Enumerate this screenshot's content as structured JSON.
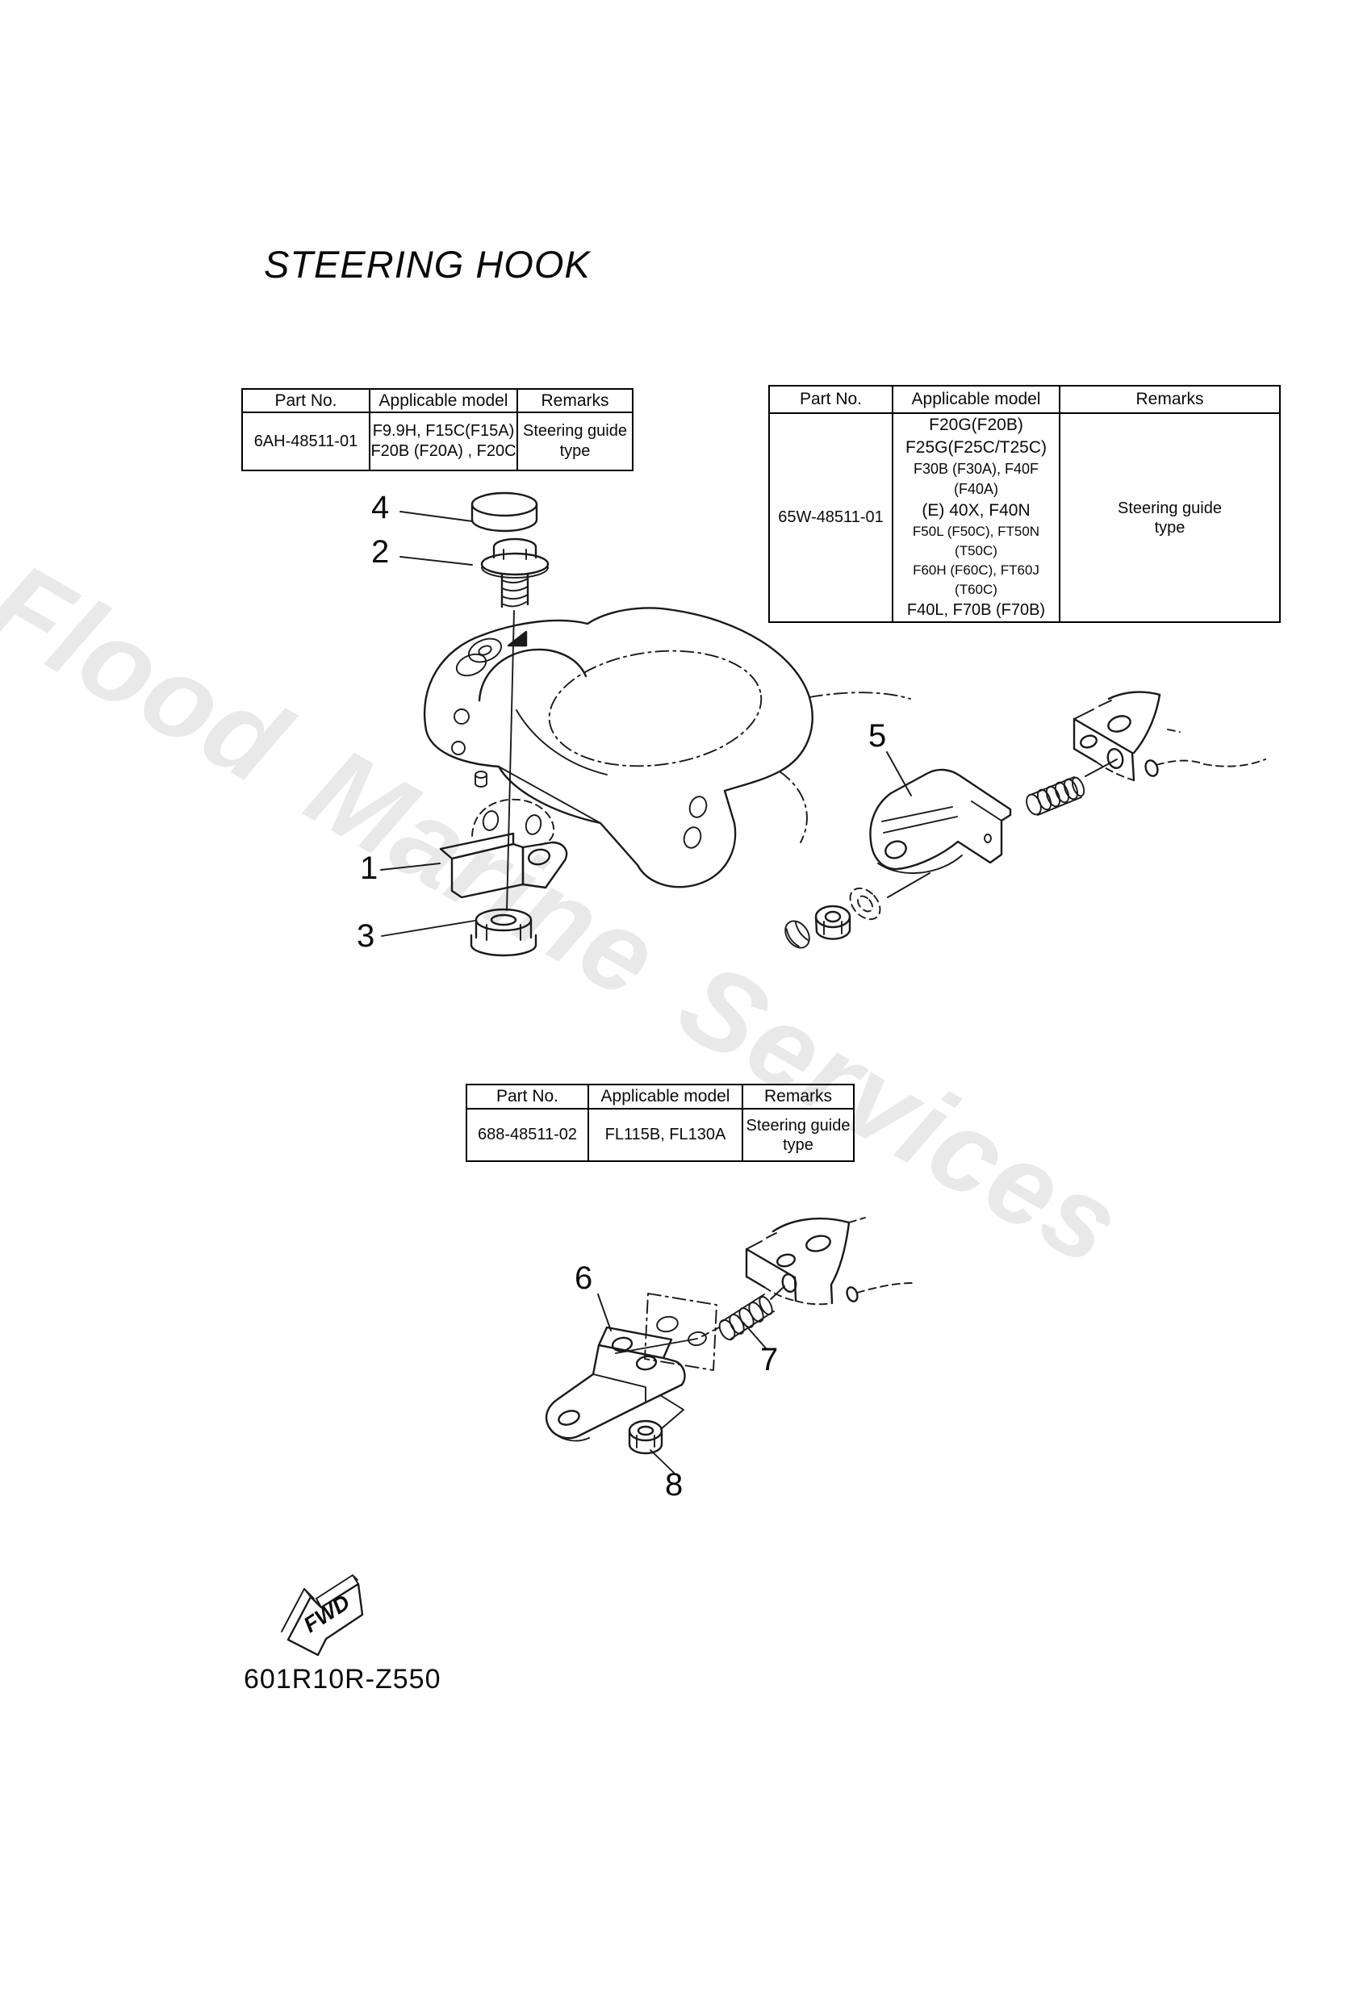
{
  "page": {
    "title": "STEERING HOOK",
    "drawing_code": "601R10R-Z550",
    "watermark": "Flood Marine Services",
    "fwd_label": "FWD"
  },
  "tables": [
    {
      "name": "top-left",
      "headers": [
        "Part No.",
        "Applicable model",
        "Remarks"
      ],
      "row": {
        "part_no": "6AH-48511-01",
        "models": [
          "F9.9H, F15C(F15A)",
          "F20B (F20A) , F20C"
        ],
        "remarks": [
          "Steering guide",
          "type"
        ]
      }
    },
    {
      "name": "top-right",
      "headers": [
        "Part No.",
        "Applicable model",
        "Remarks"
      ],
      "row": {
        "part_no": "65W-48511-01",
        "models": [
          "F20G(F20B)",
          "F25G(F25C/T25C)",
          "F30B (F30A), F40F (F40A)",
          "(E) 40X, F40N",
          "F50L (F50C), FT50N (T50C)",
          "F60H (F60C), FT60J (T60C)",
          "F40L, F70B (F70B)"
        ],
        "remarks": [
          "Steering guide",
          "type"
        ]
      }
    },
    {
      "name": "middle",
      "headers": [
        "Part No.",
        "Applicable model",
        "Remarks"
      ],
      "row": {
        "part_no": "688-48511-02",
        "models": [
          "FL115B, FL130A"
        ],
        "remarks": [
          "Steering guide",
          "type"
        ]
      }
    }
  ],
  "callouts": [
    "1",
    "2",
    "3",
    "4",
    "5",
    "6",
    "7",
    "8"
  ]
}
